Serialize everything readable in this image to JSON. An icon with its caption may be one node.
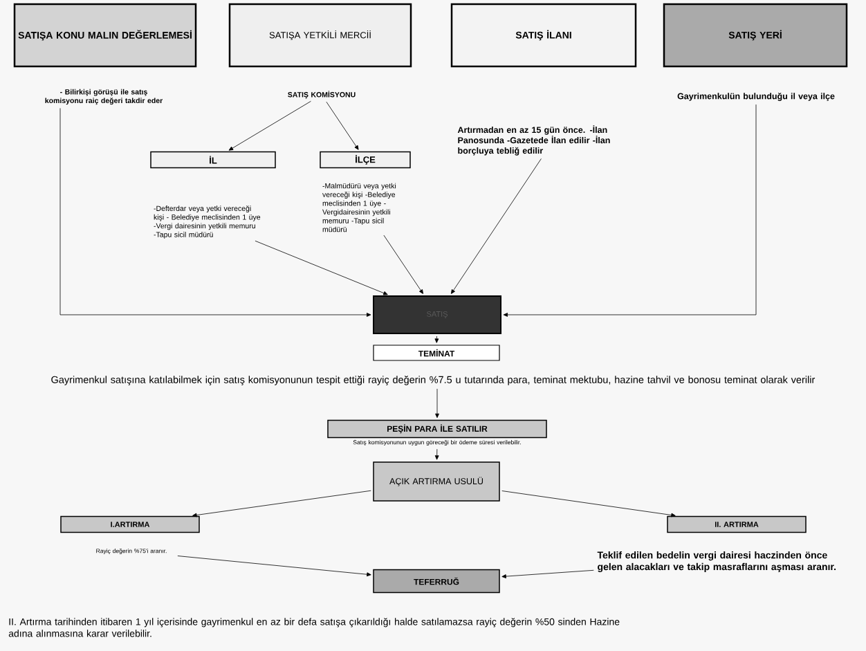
{
  "diagram": {
    "nodes": [
      {
        "text": [
          "SATIŞA KONU MALIN DEĞERLEMESİ"
        ]
      },
      {
        "text": [
          "SATIŞA YETKİLİ MERCİİ"
        ]
      },
      {
        "text": [
          "SATIŞ İLANI"
        ]
      },
      {
        "text": [
          "SATIŞ YERİ"
        ]
      },
      {
        "text": [
          "- Bilirkişi görüşü ile satış komisyonu raiç değeri takdir eder"
        ]
      },
      {
        "text": [
          "SATIŞ KOMİSYONU"
        ]
      },
      {
        "text": [
          "İL"
        ]
      },
      {
        "text": [
          "İLÇE"
        ]
      },
      {
        "text": [
          "-Defterdar veya yetki vereceği kişi - Belediye meclisinden 1 üye -Vergi dairesinin yetkili memuru -Tapu sicil müdürü"
        ]
      },
      {
        "text": [
          "-Malmüdürü veya yetki vereceği kişi -Belediye meclisinden 1 üye -Vergidairesinin yetkili memuru -Tapu sicil müdürü"
        ]
      },
      {
        "text": [
          "Artırmadan en az 15 gün önce. -İlan Panosunda -Gazetede İlan edilir -İlan borçluya tebliğ edilir"
        ]
      },
      {
        "text": [
          "Gayrimenkulün bulunduğu il veya ilçe"
        ]
      },
      {
        "text": [
          "SATIŞ"
        ]
      },
      {
        "text": [
          "TEMİNAT"
        ]
      },
      {
        "text": [
          "Gayrimenkul satışına katılabilmek için satış komisyonunun tespit ettiği rayiç değerin %7.5 u tutarında para, teminat mektubu, hazine tahvil ve bonosu teminat olarak verilir"
        ]
      },
      {
        "text": [
          "PEŞİN PARA İLE SATILIR"
        ]
      },
      {
        "text": [
          "Satış komisyonunun uygun göreceği bir ödeme süresi verilebilir."
        ]
      },
      {
        "text": [
          "AÇIK ARTIRMA USULÜ"
        ]
      },
      {
        "text": [
          "I.ARTIRMA"
        ]
      },
      {
        "text": [
          "Rayiç değerin %75'i aranır."
        ]
      },
      {
        "text": [
          "II. ARTIRMA"
        ]
      },
      {
        "text": [
          "Teklif edilen bedelin vergi dairesi haczinden önce gelen alacakları ve takip masraflarını aşması aranır."
        ]
      },
      {
        "text": [
          "TEFERRUĞ"
        ]
      }
    ],
    "edges": [
      {
        "from": 5,
        "to": 6,
        "arrow": "to"
      },
      {
        "from": 5,
        "to": 7,
        "arrow": "to"
      },
      {
        "from": 4,
        "to": 12,
        "arrow": "to"
      },
      {
        "from": 8,
        "to": 12,
        "arrow": "to"
      },
      {
        "from": 9,
        "to": 12,
        "arrow": "to"
      },
      {
        "from": 10,
        "to": 12,
        "arrow": "to"
      },
      {
        "from": 11,
        "to": 12,
        "arrow": "to"
      },
      {
        "from": 12,
        "to": 13,
        "arrow": "to"
      },
      {
        "from": 14,
        "to": 15,
        "arrow": "to"
      },
      {
        "from": 16,
        "to": 17,
        "arrow": "to"
      },
      {
        "from": 17,
        "to": 18,
        "arrow": "to"
      },
      {
        "from": 17,
        "to": 20,
        "arrow": "to"
      },
      {
        "from": 19,
        "to": 22,
        "arrow": "to"
      },
      {
        "from": 21,
        "to": 22,
        "arrow": "to"
      }
    ],
    "labels": [
      "II. Artırma tarihinden itibaren 1 yıl içerisinde gayrimenkul en az bir defa satışa çıkarıldığı halde satılamazsa rayiç değerin %50 sinden Hazine adına alınmasına karar verilebilir."
    ]
  }
}
